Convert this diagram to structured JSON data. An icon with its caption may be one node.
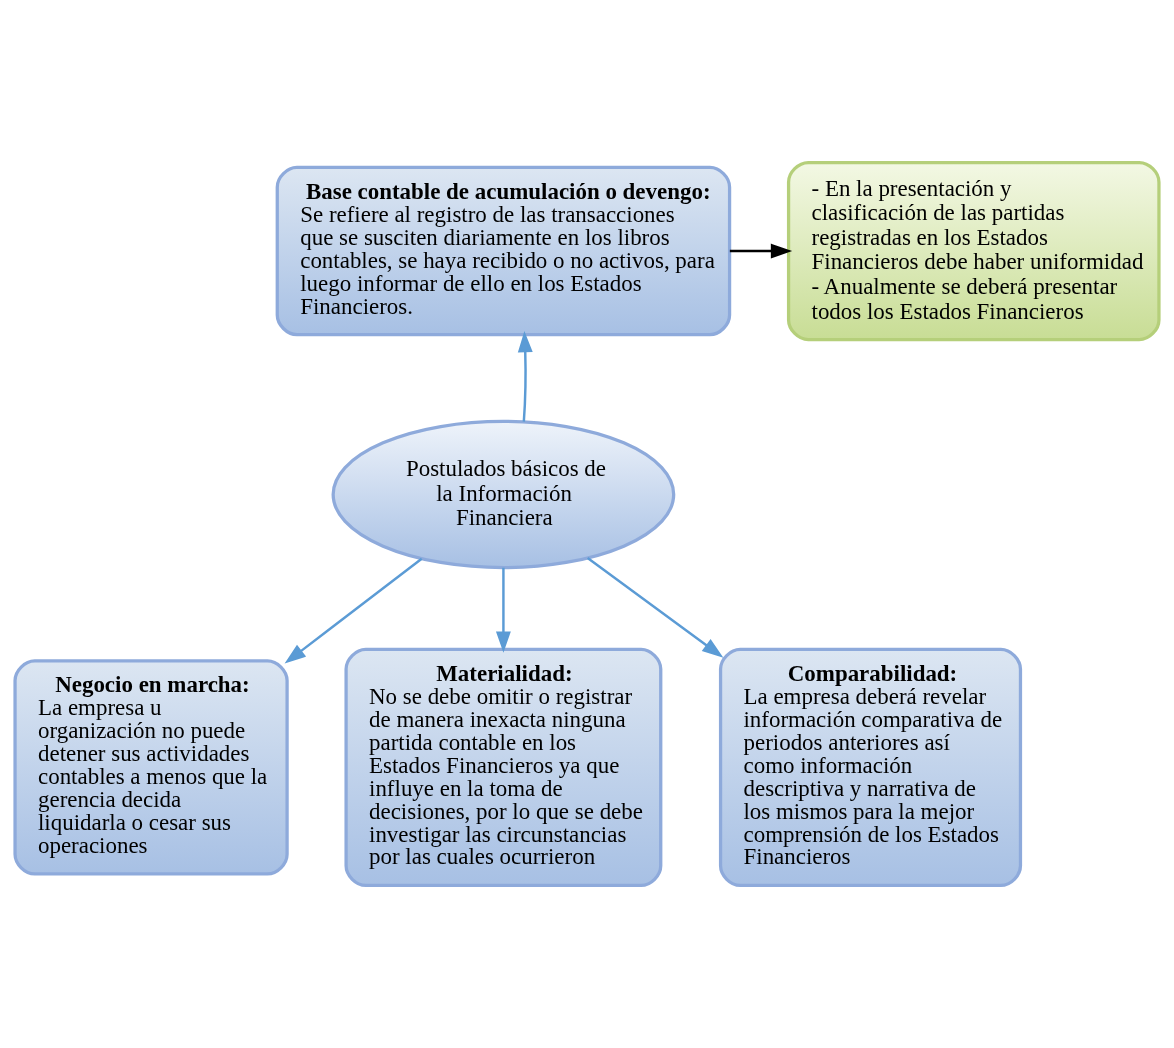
{
  "diagram": {
    "nodes": [
      {
        "text": [
          "Base contable de acumulación o devengo:",
          "Se refiere al registro de las transacciones que se susciten diariamente en los libros contables, se haya recibido o no activos, para luego informar de ello en los Estados Financieros."
        ]
      },
      {
        "text": [
          "- En la presentación y clasificación de las partidas registradas en los Estados Financieros debe haber uniformidad",
          "- Anualmente se deberá presentar todos los Estados Financieros"
        ]
      },
      {
        "text": [
          "Postulados básicos de la Información Financiera"
        ]
      },
      {
        "text": [
          "Comparabilidad:",
          "La empresa deberá revelar información comparativa de periodos anteriores así como información descriptiva y narrativa de los mismos para la mejor comprensión de los Estados Financieros"
        ]
      },
      {
        "text": [
          "Negocio en marcha:",
          "La empresa u organización no puede detener sus actividades contables a menos que la gerencia decida liquidarla o cesar sus operaciones"
        ]
      },
      {
        "text": [
          "Materialidad:",
          "No se debe omitir o registrar de manera inexacta ninguna partida contable en los Estados Financieros ya que influye en la toma de decisiones, por lo que se debe investigar las circunstancias por las cuales ocurrieron"
        ]
      }
    ],
    "edges": [
      {
        "from": 0,
        "to": 1,
        "arrow": "to",
        "color": "#000000"
      },
      {
        "from": 2,
        "to": 0,
        "arrow": "to"
      },
      {
        "from": 2,
        "to": 3,
        "arrow": "to"
      },
      {
        "from": 2,
        "to": 4,
        "arrow": "to"
      },
      {
        "from": 2,
        "to": 5,
        "arrow": "to"
      }
    ]
  }
}
